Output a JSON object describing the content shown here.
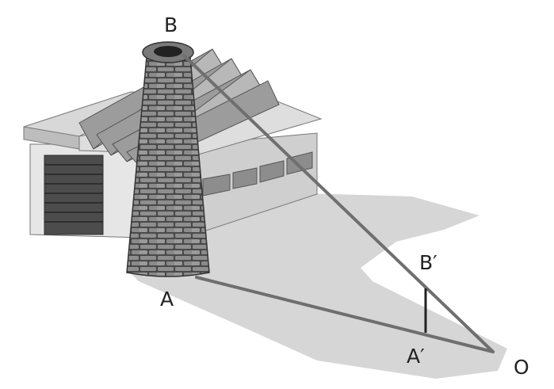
{
  "points": {
    "B": "B",
    "A": "A",
    "B_prime": "B′",
    "A_prime": "A′",
    "O": "O"
  },
  "colors": {
    "shadow": "#d6d6d6",
    "building_wall": "#e4e4e4",
    "building_side": "#c9c9c9",
    "roof": "#9c9c9c",
    "brick_light": "#8e8e8e",
    "brick_dark": "#4a4a4a",
    "ray": "#6f6f6f",
    "ground_stick": "#222222"
  }
}
